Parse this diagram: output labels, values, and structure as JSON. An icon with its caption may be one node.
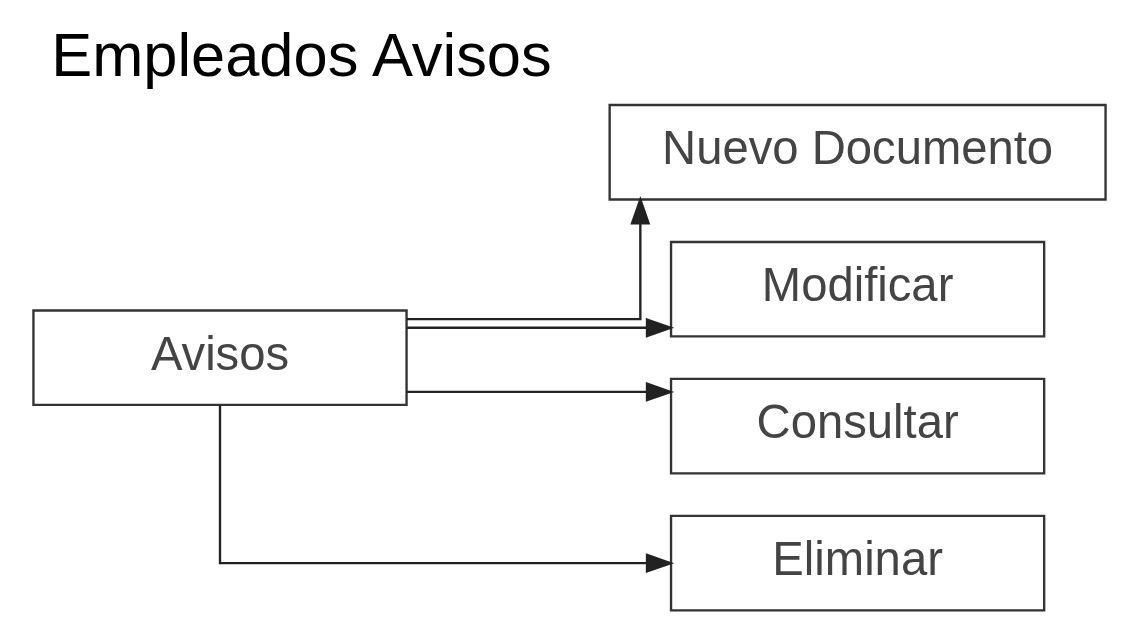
{
  "diagram": {
    "title": "Empleados Avisos",
    "nodes": [
      {
        "text": [
          "Avisos"
        ]
      },
      {
        "text": [
          "Nuevo Documento"
        ]
      },
      {
        "text": [
          "Modificar"
        ]
      },
      {
        "text": [
          "Consultar"
        ]
      },
      {
        "text": [
          "Eliminar"
        ]
      }
    ],
    "edges": [
      {
        "from": 0,
        "to": 1,
        "arrow": "to"
      },
      {
        "from": 0,
        "to": 2,
        "arrow": "to"
      },
      {
        "from": 0,
        "to": 3,
        "arrow": "to"
      },
      {
        "from": 0,
        "to": 4,
        "arrow": "to"
      }
    ]
  }
}
